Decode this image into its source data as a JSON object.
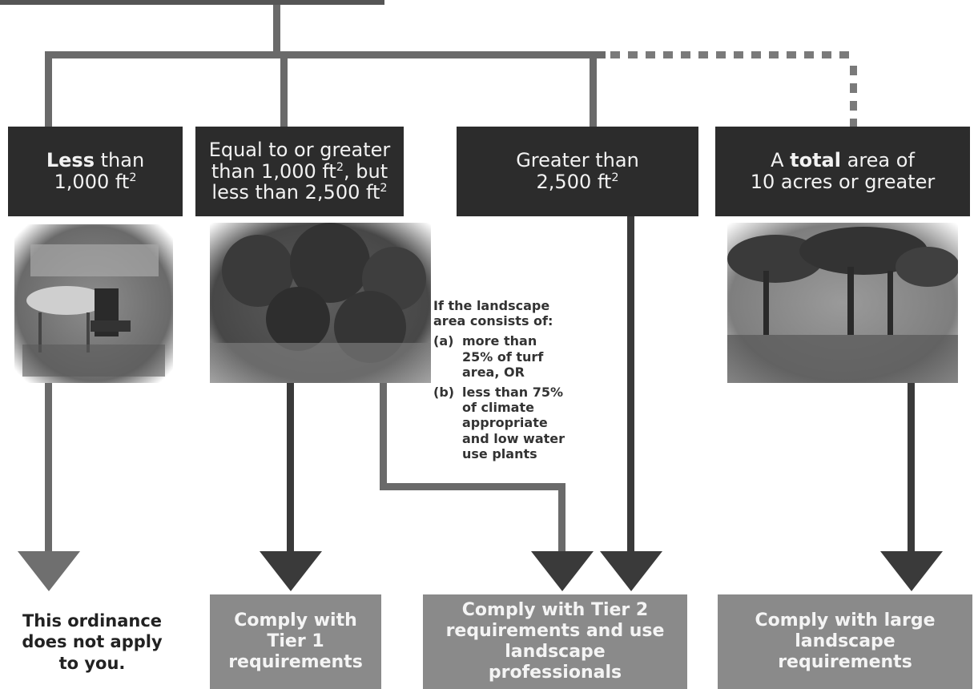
{
  "categories": {
    "small": {
      "line1_bold": "Less",
      "line1_rest": " than",
      "line2": "1,000 ft",
      "sup": "2"
    },
    "medium": {
      "line1": "Equal to or greater",
      "line2_pre": "than 1,000 ft",
      "line2_sup": "2",
      "line2_post": ", but",
      "line3": "less than 2,500 ft",
      "line3_sup": "2"
    },
    "large": {
      "line1": "Greater than",
      "line2": "2,500 ft",
      "sup": "2"
    },
    "acres": {
      "line1_pre": "A ",
      "line1_bold": "total",
      "line1_post": " area of",
      "line2": "10 acres or greater"
    }
  },
  "condition": {
    "intro": "If the landscape area consists of:",
    "items": [
      {
        "tag": "(a)",
        "text": "more than 25% of turf area, OR"
      },
      {
        "tag": "(b)",
        "text": "less than 75% of climate appropriate and low water use plants"
      }
    ]
  },
  "outcomes": {
    "none": "This ordinance does not apply to you.",
    "tier1": "Comply with Tier 1 requirements",
    "tier2": "Comply with Tier 2 requirements and use landscape professionals",
    "large": "Comply with large landscape requirements"
  },
  "colors": {
    "dark_box": "#2c2c2c",
    "grey_box": "#8a8a8a",
    "line": "#666666",
    "arrow": "#3a3a3a"
  }
}
